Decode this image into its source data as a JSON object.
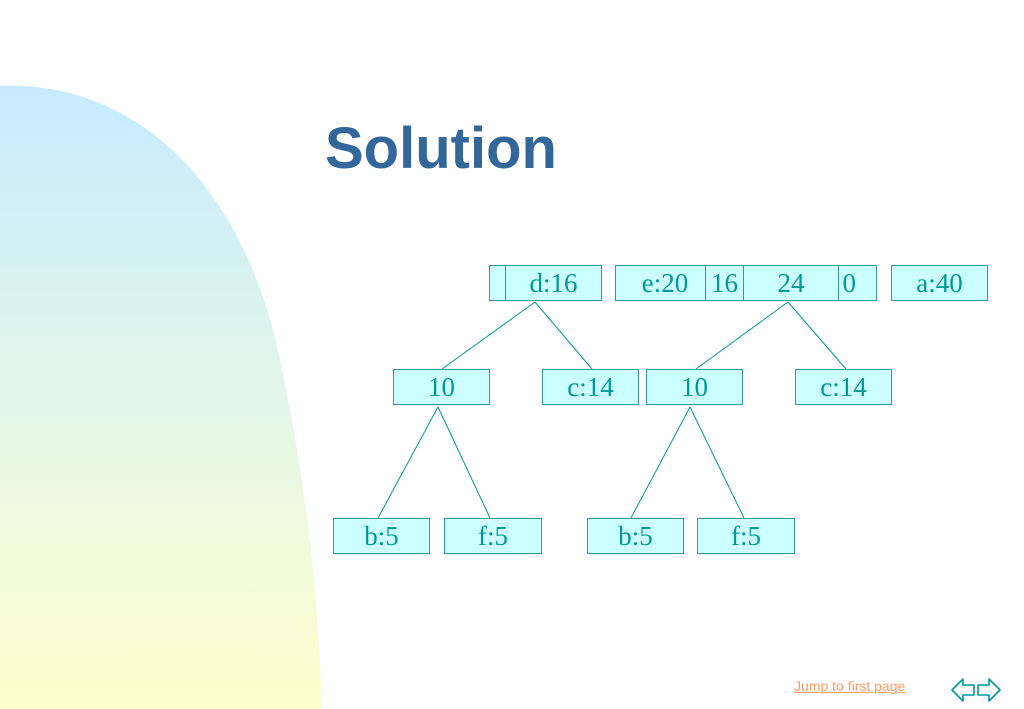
{
  "slide": {
    "title": "Solution",
    "footer_link": "Jump to first page"
  },
  "colors": {
    "node_fill": "#ccffff",
    "node_border": "#339999",
    "node_text": "#009999",
    "title": "#336699",
    "link": "#ff9966"
  },
  "diagram": {
    "top_row_labels": [
      "",
      "d:16",
      "e:20",
      "16",
      "24",
      "0",
      "a:40"
    ],
    "left_tree": {
      "root": "10",
      "root_sibling": "c:14",
      "children": [
        "b:5",
        "f:5"
      ]
    },
    "right_tree": {
      "root": "10",
      "root_sibling": "c:14",
      "children": [
        "b:5",
        "f:5"
      ]
    }
  },
  "nav": {
    "icons": [
      "arrow-left-icon",
      "arrow-right-icon"
    ]
  }
}
